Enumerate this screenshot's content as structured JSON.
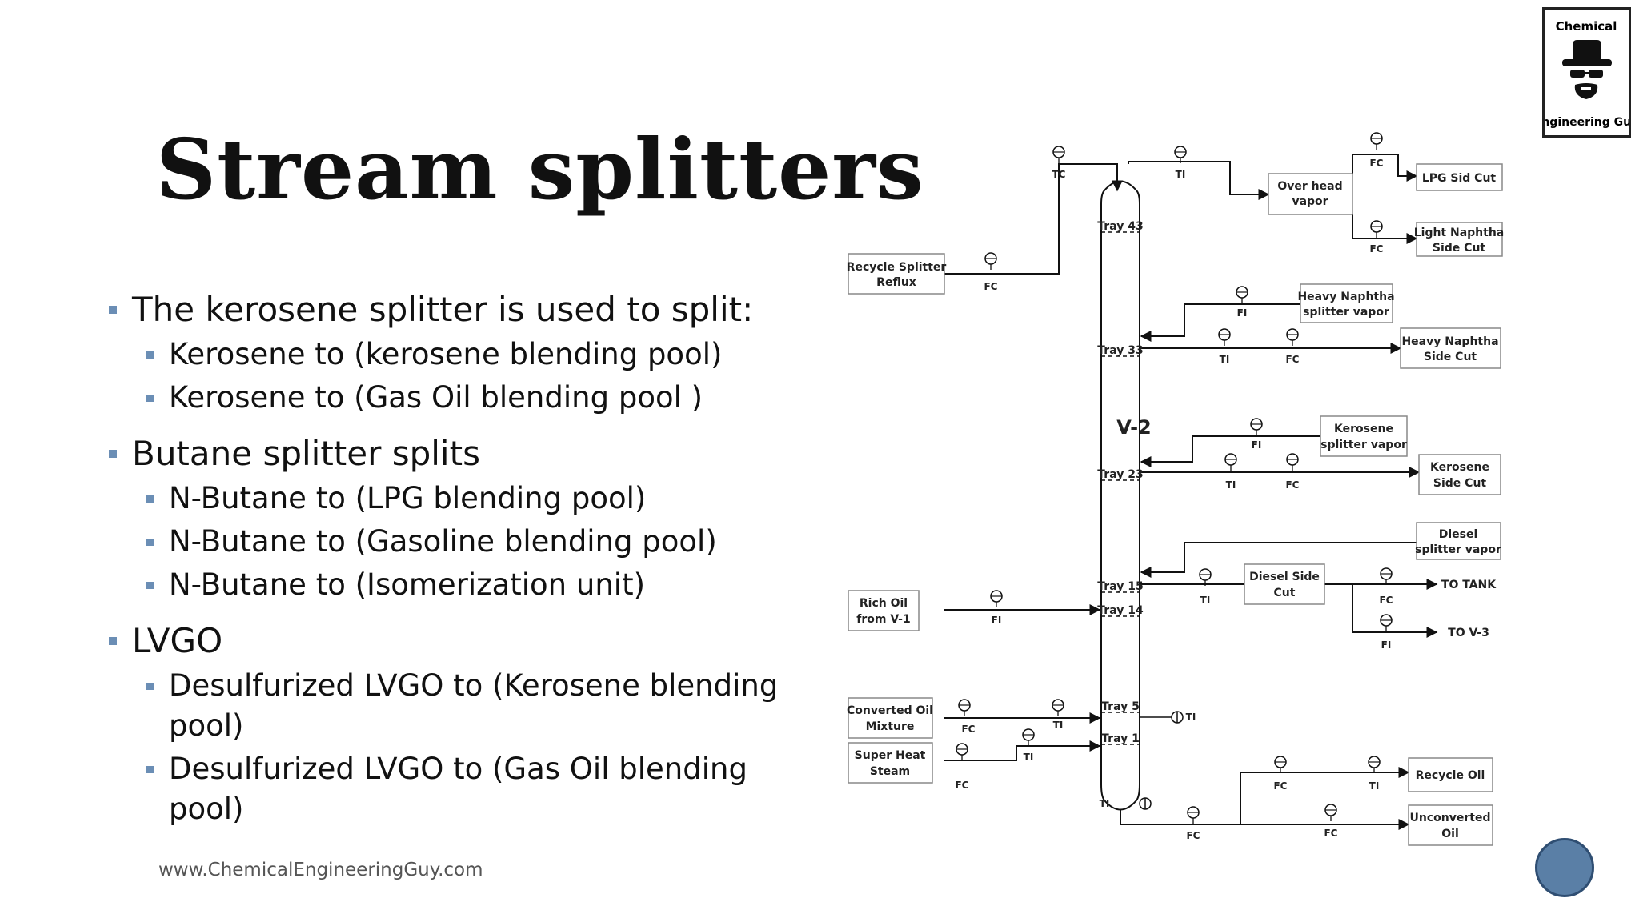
{
  "slide": {
    "title": "Stream splitters",
    "footer": "www.ChemicalEngineeringGuy.com",
    "bullets": [
      {
        "text": "The kerosene splitter is used to split:",
        "sub": [
          "Kerosene to (kerosene blending pool)",
          "Kerosene to (Gas Oil blending pool )"
        ]
      },
      {
        "text": "Butane splitter splits",
        "sub": [
          "N-Butane to (LPG blending pool)",
          "N-Butane to (Gasoline blending pool)",
          "N-Butane to (Isomerization unit)"
        ]
      },
      {
        "text": "LVGO",
        "sub": [
          "Desulfurized LVGO to (Kerosene blending pool)",
          "Desulfurized LVGO to (Gas Oil blending pool)"
        ]
      }
    ]
  },
  "logo": {
    "top": "Chemical",
    "bottom": "Engineering Guy",
    "icon": "hat-sunglasses-beard-icon"
  },
  "diagram": {
    "column_label": "V-2",
    "trays": [
      "Tray 43",
      "Tray 33",
      "Tray 23",
      "Tray 15",
      "Tray 14",
      "Tray 5",
      "Tray 1"
    ],
    "boxes": {
      "recycle_reflux": [
        "Recycle Splitter",
        "Reflux"
      ],
      "overhead": [
        "Over head",
        "vapor"
      ],
      "lpg": [
        "LPG Sid Cut"
      ],
      "light_naphtha": [
        "Light Naphtha",
        "Side Cut"
      ],
      "heavy_naphtha_vapor": [
        "Heavy Naphtha",
        "splitter vapor"
      ],
      "heavy_naphtha_cut": [
        "Heavy Naphtha",
        "Side Cut"
      ],
      "kerosene_vapor": [
        "Kerosene",
        "splitter vapor"
      ],
      "kerosene_cut": [
        "Kerosene",
        "Side Cut"
      ],
      "diesel_vapor": [
        "Diesel",
        "splitter vapor"
      ],
      "diesel_cut": [
        "Diesel Side",
        "Cut"
      ],
      "to_tank": [
        "TO TANK"
      ],
      "to_v3": [
        "TO V-3"
      ],
      "rich_oil": [
        "Rich Oil",
        "from V-1"
      ],
      "converted_oil": [
        "Converted Oil",
        "Mixture"
      ],
      "steam": [
        "Super Heat",
        "Steam"
      ],
      "recycle_oil": [
        "Recycle Oil"
      ],
      "unconverted_oil": [
        "Unconverted",
        "Oil"
      ]
    },
    "instruments": {
      "tc": "TC",
      "ti": "TI",
      "fc": "FC",
      "fi": "FI"
    }
  }
}
